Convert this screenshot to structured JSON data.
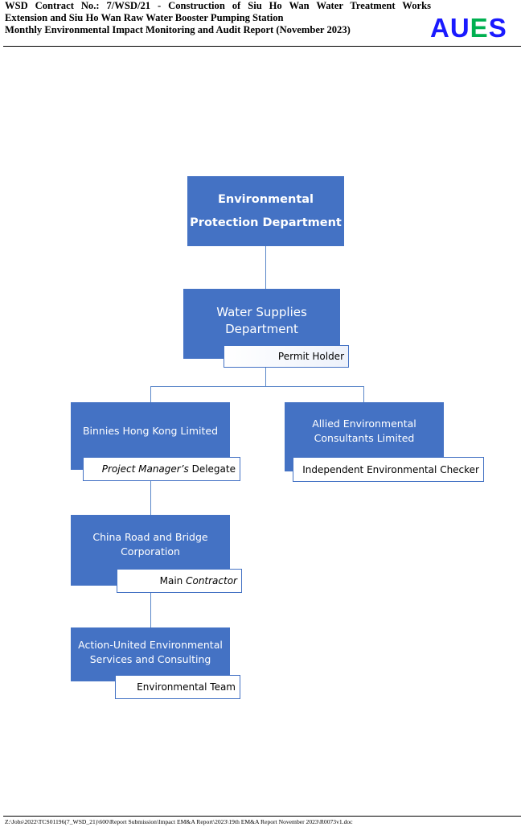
{
  "header": {
    "line1": "WSD Contract No.: 7/WSD/21 - Construction of Siu Ho Wan Water Treatment Works",
    "line2": "Extension and Siu Ho Wan Raw Water Booster Pumping Station",
    "line3": "Monthly Environmental Impact Monitoring and Audit Report (November 2023)",
    "logo_a": "AU",
    "logo_e": "E",
    "logo_s": "S"
  },
  "chart": {
    "epd": {
      "line1": "Environmental",
      "line2": "Protection Department"
    },
    "wsd": {
      "line1": "Water Supplies",
      "line2": "Department",
      "role": "Permit Holder"
    },
    "binnies": {
      "name": "Binnies Hong Kong Limited",
      "role_italic": "Project Manager’s",
      "role_rest": " Delegate"
    },
    "allied": {
      "line1": "Allied Environmental",
      "line2": "Consultants Limited",
      "role": "Independent Environmental Checker"
    },
    "crbc": {
      "line1": "China Road and Bridge",
      "line2": "Corporation",
      "role_plain": "Main ",
      "role_italic": "Contractor"
    },
    "aues": {
      "line1": "Action-United Environmental",
      "line2": "Services and Consulting",
      "role": "Environmental Team"
    }
  },
  "footer": {
    "path": "Z:\\Jobs\\2022\\TCS01196(7_WSD_21)\\600\\Report Submission\\Impact EM&A Report\\2023\\19th EM&A Report November 2023\\R0073v1.doc"
  },
  "colors": {
    "box_fill": "#4472c4",
    "connector": "#5b87c9",
    "logo_blue": "#1a1aff",
    "logo_green": "#00b050"
  }
}
